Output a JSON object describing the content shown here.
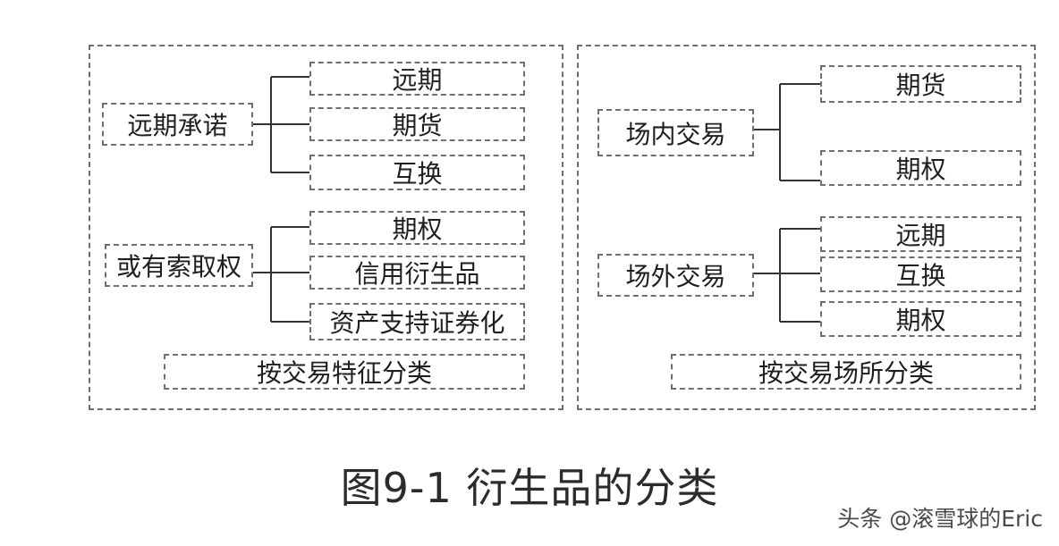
{
  "left_panel": {
    "groups": [
      {
        "label": "远期承诺",
        "items": [
          "远期",
          "期货",
          "互换"
        ]
      },
      {
        "label": "或有索取权",
        "items": [
          "期权",
          "信用衍生品",
          "资产支持证券化"
        ]
      }
    ],
    "footer": "按交易特征分类"
  },
  "right_panel": {
    "groups": [
      {
        "label": "场内交易",
        "items": [
          "期货",
          "期权"
        ]
      },
      {
        "label": "场外交易",
        "items": [
          "远期",
          "互换",
          "期权"
        ]
      }
    ],
    "footer": "按交易场所分类"
  },
  "caption": "图9-1 衍生品的分类",
  "watermark": "头条 @滚雪球的Eric"
}
